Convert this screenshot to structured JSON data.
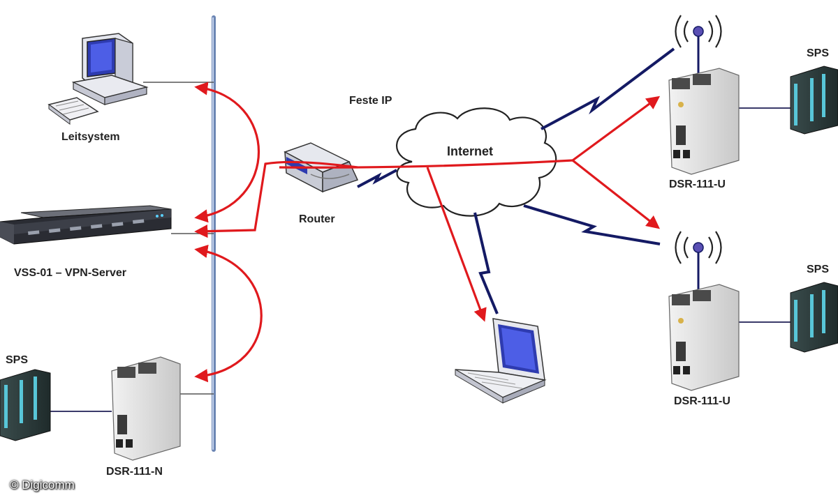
{
  "labels": {
    "leitsystem": "Leitsystem",
    "vpn_server": "VSS-01 – VPN-Server",
    "sps_left": "SPS",
    "dsr_n": "DSR-111-N",
    "router": "Router",
    "feste_ip": "Feste IP",
    "internet": "Internet",
    "dsr_u_top": "DSR-111-U",
    "dsr_u_bottom": "DSR-111-U",
    "sps_top": "SPS",
    "sps_bottom": "SPS"
  },
  "copyright": "© Digicomm",
  "colors": {
    "connection_red": "#e0191d",
    "wireless_navy": "#141a64",
    "backbone": "#8aa2c8",
    "cable": "#3a3a6a"
  },
  "icons": [
    "desktop-pc-icon",
    "rack-server-icon",
    "router-icon",
    "cloud-icon",
    "laptop-icon",
    "plc-icon",
    "din-rail-modem-icon",
    "antenna-icon",
    "lightning-link-icon"
  ]
}
